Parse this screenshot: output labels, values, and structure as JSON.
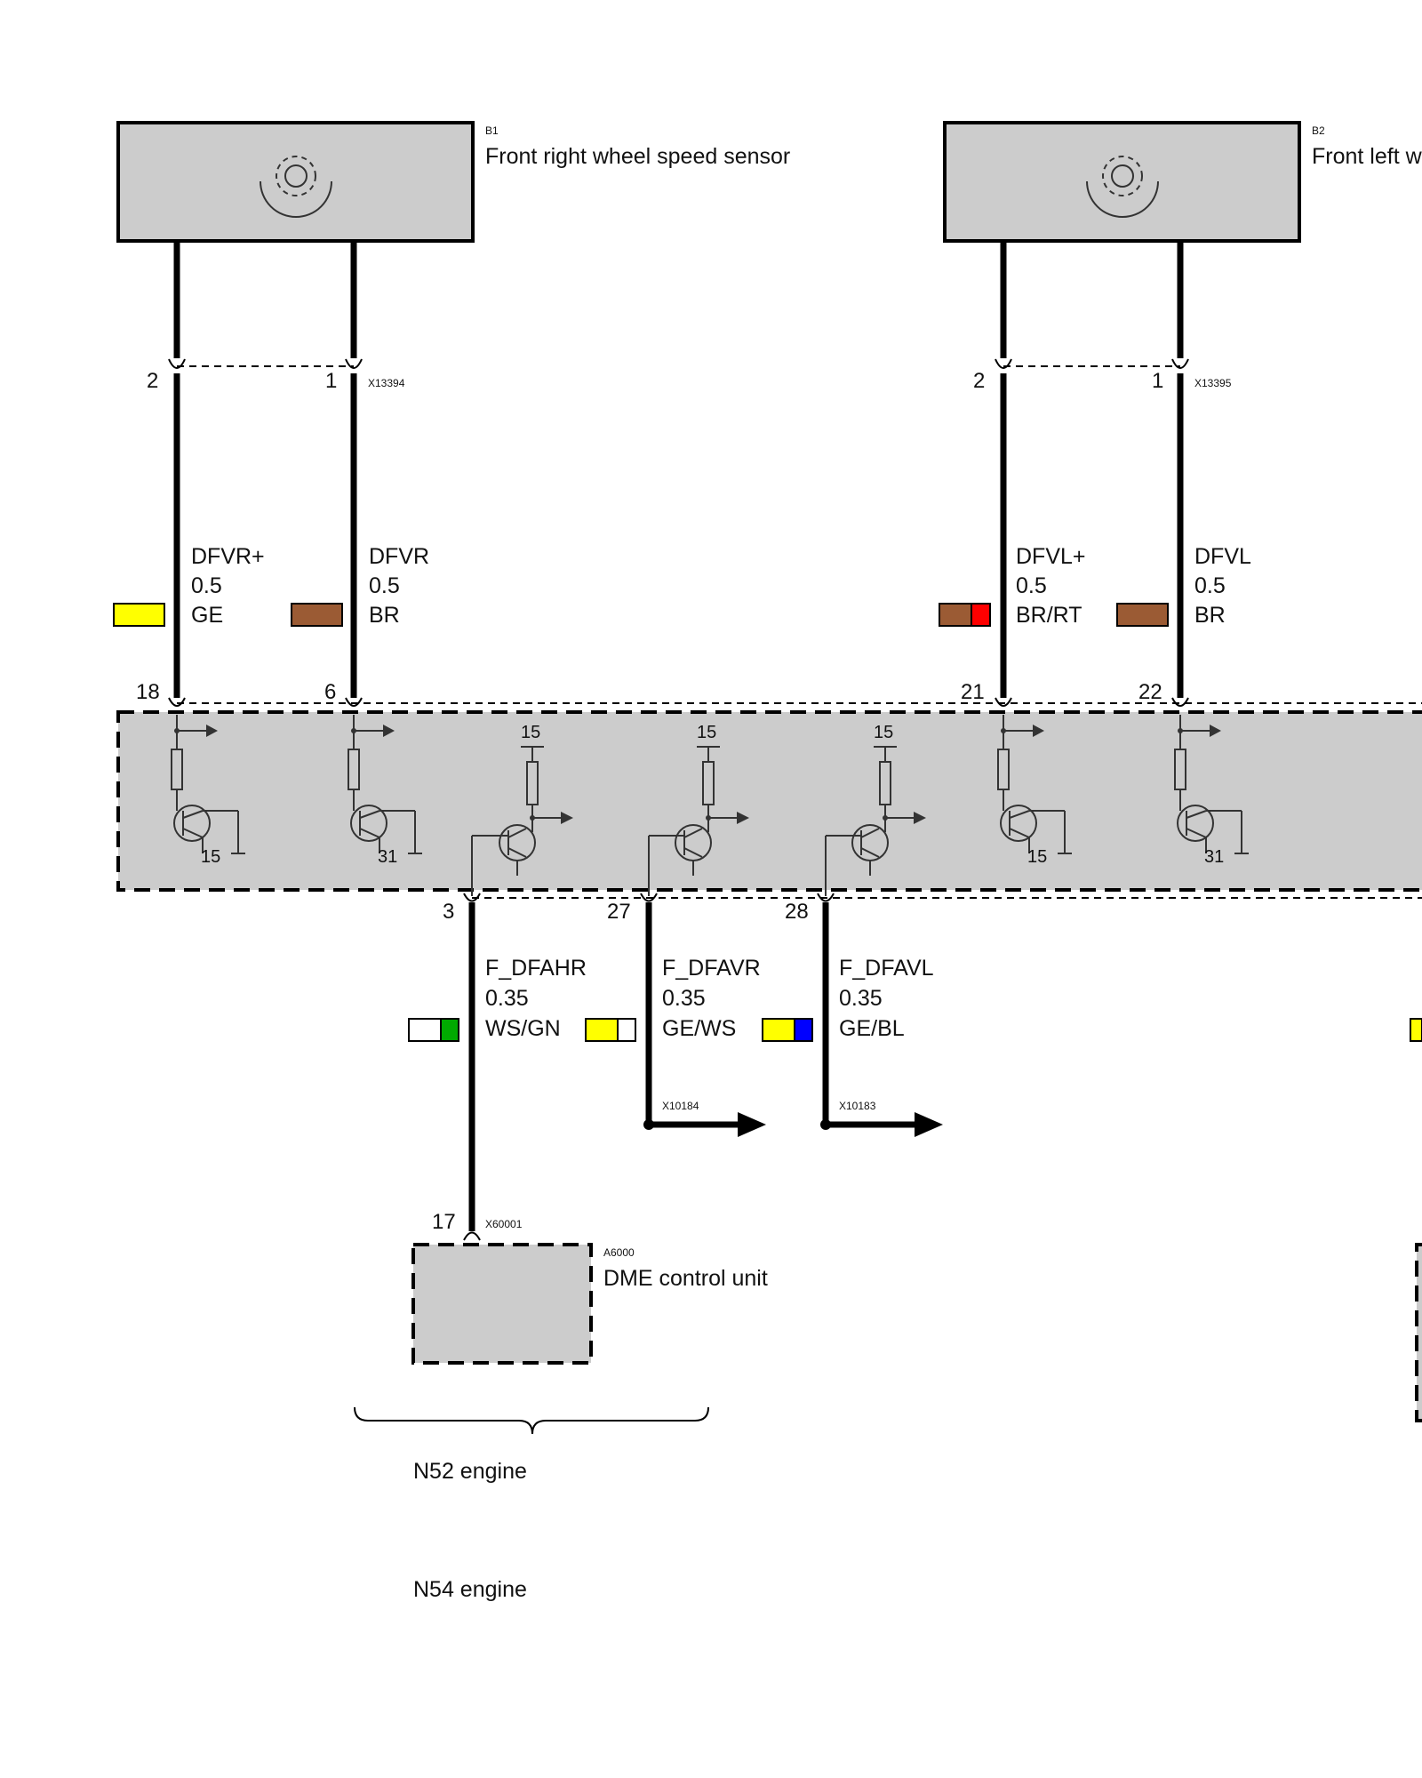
{
  "components": {
    "b1": {
      "id": "B1",
      "name": "Front right wheel speed sensor"
    },
    "b2": {
      "id": "B2",
      "name": "Front left w"
    },
    "a6000": {
      "id": "A6000",
      "name": "DME control unit"
    }
  },
  "connectors": {
    "x13394": "X13394",
    "x13395": "X13395",
    "x60001": "X60001",
    "x10184": "X10184",
    "x10183": "X10183"
  },
  "pins": {
    "b1_p2": "2",
    "b1_p1": "1",
    "b2_p2": "2",
    "b2_p1": "1",
    "dsc_18": "18",
    "dsc_6": "6",
    "dsc_21": "21",
    "dsc_22": "22",
    "dsc_3": "3",
    "dsc_27": "27",
    "dsc_28": "28",
    "dme_17": "17"
  },
  "wires": {
    "dfvr_plus": {
      "signal": "DFVR+",
      "size": "0.5",
      "color": "GE",
      "swatch": [
        "#ffff00"
      ]
    },
    "dfvr": {
      "signal": "DFVR",
      "size": "0.5",
      "color": "BR",
      "swatch": [
        "#9b5b34"
      ]
    },
    "dfvl_plus": {
      "signal": "DFVL+",
      "size": "0.5",
      "color": "BR/RT",
      "swatch": [
        "#9b5b34",
        "#ff0000"
      ]
    },
    "dfvl": {
      "signal": "DFVL",
      "size": "0.5",
      "color": "BR",
      "swatch": [
        "#9b5b34"
      ]
    },
    "f_dfahr": {
      "signal": "F_DFAHR",
      "size": "0.35",
      "color": "WS/GN",
      "swatch": [
        "#ffffff",
        "#00aa00"
      ]
    },
    "f_dfavr": {
      "signal": "F_DFAVR",
      "size": "0.35",
      "color": "GE/WS",
      "swatch": [
        "#ffff00",
        "#ffffff"
      ]
    },
    "f_dfavl": {
      "signal": "F_DFAVL",
      "size": "0.35",
      "color": "GE/BL",
      "swatch": [
        "#ffff00",
        "#0000ff"
      ]
    }
  },
  "terminals": {
    "t1": "15",
    "t2": "31",
    "t3": "15",
    "t4": "15",
    "t5": "15",
    "t6": "15",
    "t7": "31",
    "s1": "15",
    "s2": "15",
    "s3": "15"
  },
  "engines": {
    "n52": "N52 engine",
    "n54": "N54 engine"
  },
  "colors": {
    "module_fill": "#cccccc",
    "wire": "#000000"
  }
}
